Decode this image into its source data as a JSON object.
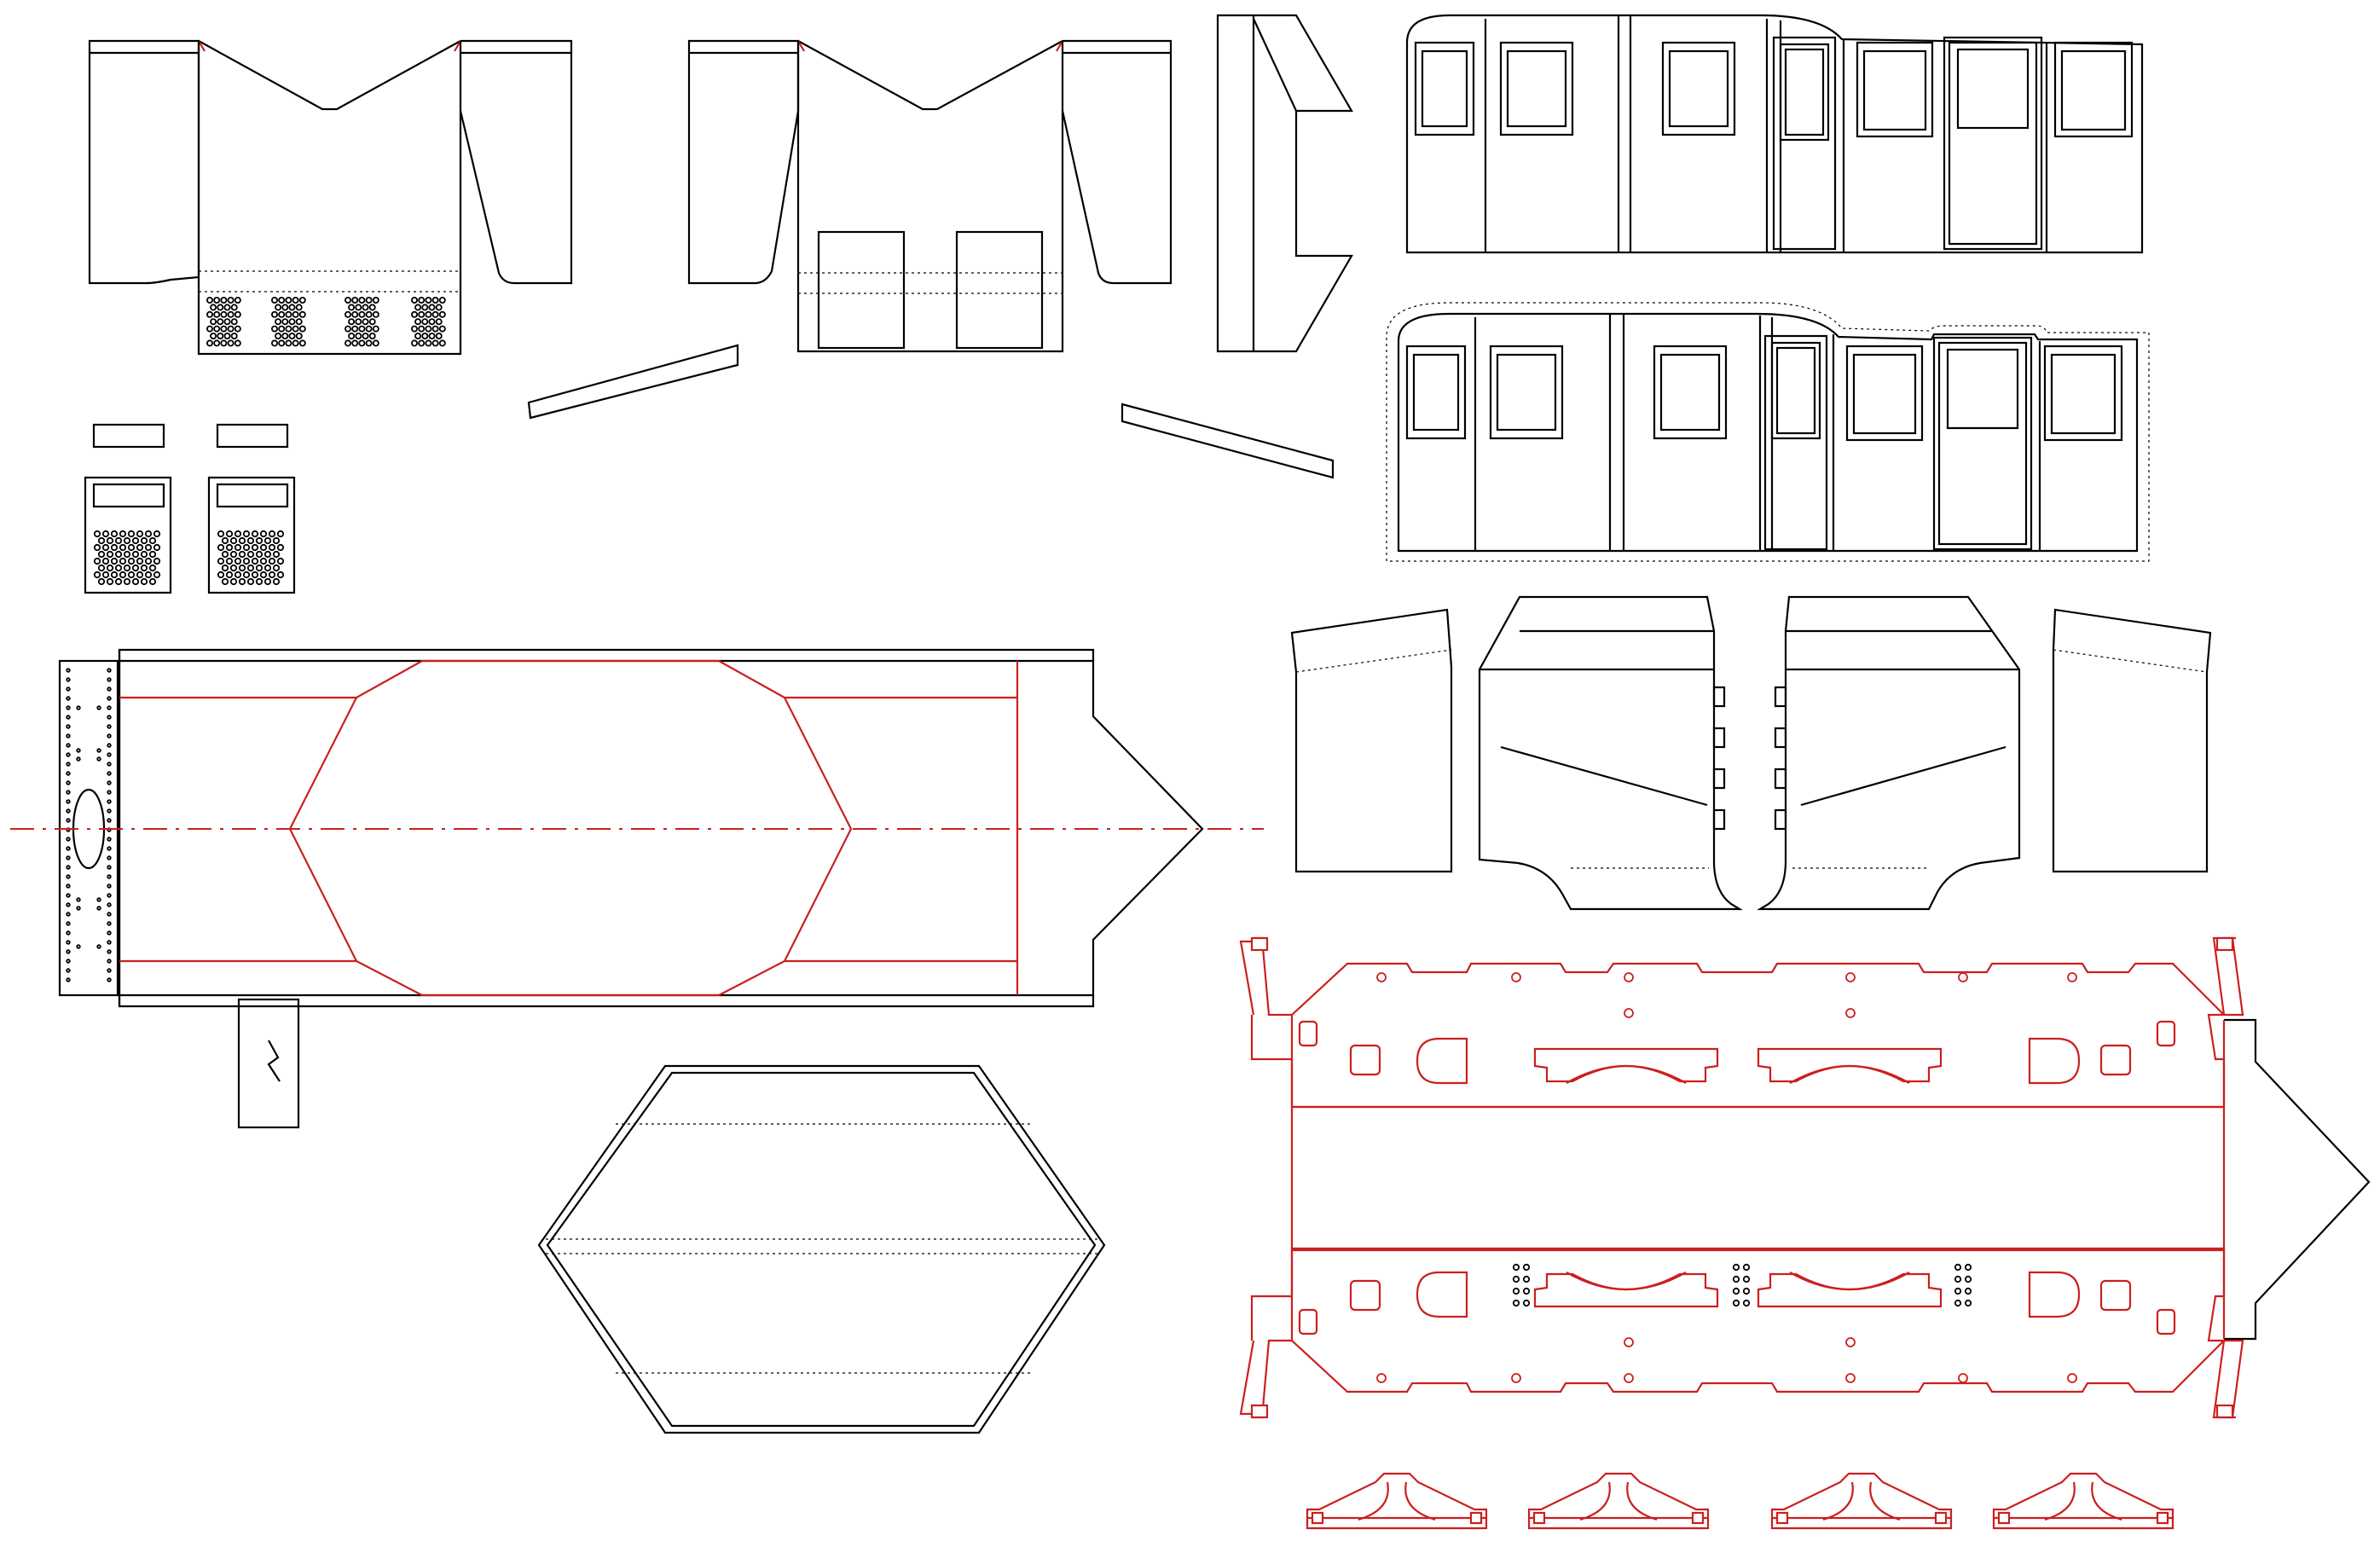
{
  "sheet": {
    "kind": "paper model cutting template",
    "printed_text": [],
    "colors": {
      "cut_line": "#000000",
      "fold_line": "#cc1f1f",
      "background": "#ffffff"
    },
    "line_styles": [
      "solid",
      "dotted",
      "dash-dot"
    ],
    "parts": [
      "cab-front-wrap",
      "cab-rear-wrap",
      "strip-a",
      "strip-b",
      "bracket-side",
      "body-side-upper",
      "body-side-lower",
      "small-tab-left",
      "small-tab-right",
      "grille-panel-left",
      "grille-panel-right",
      "frame-top-plate",
      "frame-drop-tab",
      "octagonal-base",
      "end-panel-1",
      "end-panel-2",
      "end-panel-3",
      "end-panel-4",
      "chassis-frame",
      "bogie-piece-1",
      "bogie-piece-2",
      "bogie-piece-3",
      "bogie-piece-4"
    ]
  }
}
